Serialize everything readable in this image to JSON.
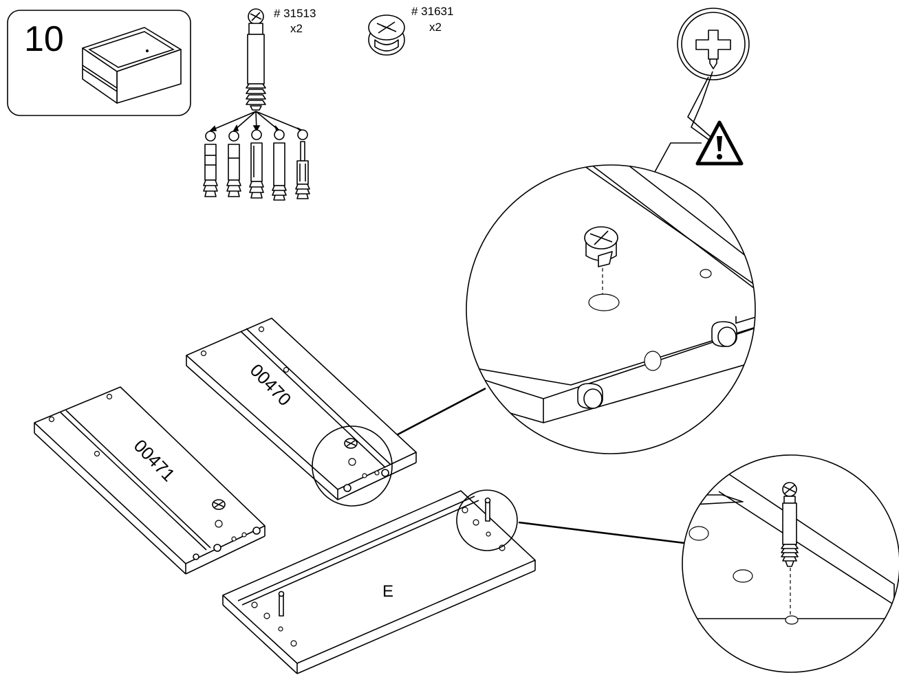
{
  "step": {
    "number": "10"
  },
  "hardware": [
    {
      "part_no": "# 31513",
      "qty": "x2",
      "icon": "cam-bolt-icon"
    },
    {
      "part_no": "# 31631",
      "qty": "x2",
      "icon": "cam-lock-icon"
    }
  ],
  "panels": {
    "left_side": "00471",
    "right_side": "00470",
    "bottom": "E"
  },
  "symbols": {
    "warning": "warning-triangle-icon",
    "screwdriver": "phillips-screwdriver-icon"
  },
  "colors": {
    "line": "#000000",
    "paper": "#ffffff"
  }
}
